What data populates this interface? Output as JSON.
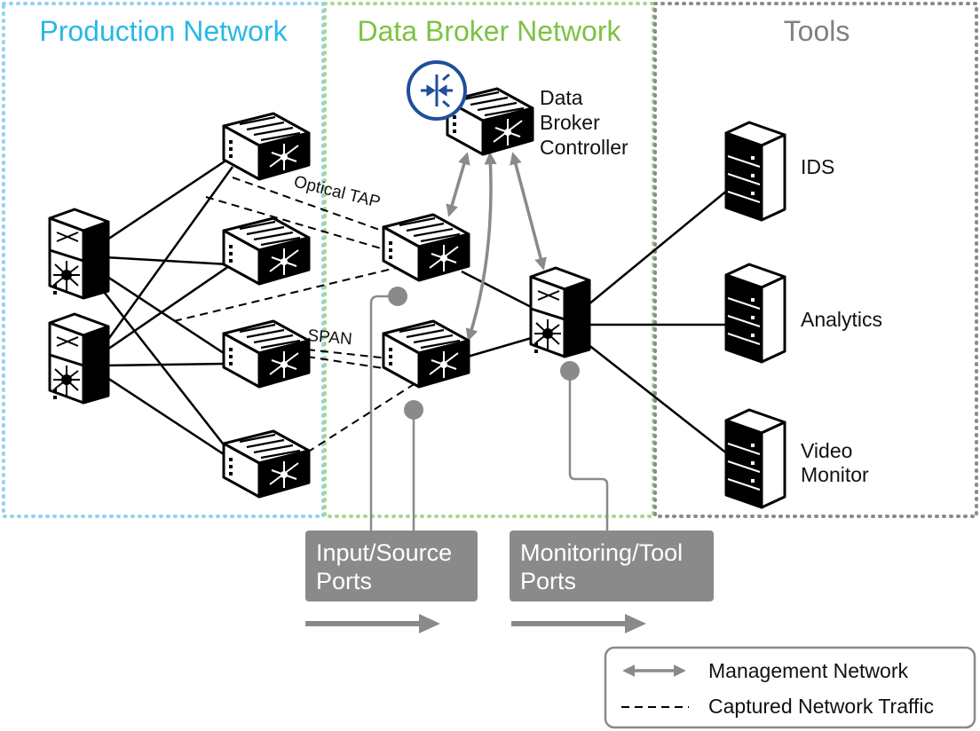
{
  "regions": {
    "production": {
      "title": "Production Network",
      "color": "#29b8e5"
    },
    "broker": {
      "title": "Data Broker Network",
      "color": "#7dc242"
    },
    "tools": {
      "title": "Tools",
      "color": "#808080"
    }
  },
  "labels": {
    "optical_tap": "Optical TAP",
    "span": "SPAN",
    "controller_line1": "Data",
    "controller_line2": "Broker",
    "controller_line3": "Controller",
    "ids": "IDS",
    "analytics": "Analytics",
    "video_line1": "Video",
    "video_line2": "Monitor"
  },
  "ports": {
    "input_line1": "Input/Source",
    "input_line2": "Ports",
    "monitoring_line1": "Monitoring/Tool",
    "monitoring_line2": "Ports",
    "box_color": "#8a8a8a"
  },
  "legend": {
    "management": "Management Network",
    "captured": "Captured Network Traffic"
  },
  "icons": {
    "controller_badge": "router-arrows-icon",
    "switch": "network-switch-icon",
    "core_router": "core-router-icon",
    "server": "server-rack-icon"
  }
}
